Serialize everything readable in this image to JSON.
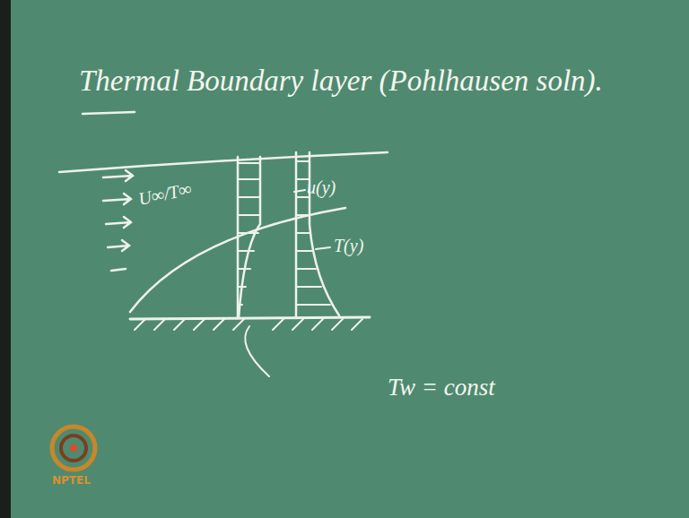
{
  "diagram": {
    "title": "Thermal Boundary layer (Pohlhausen soln).",
    "labels": [
      "U∞/T∞",
      "u(y)",
      "T(y)",
      "Tw = const",
      "NPTEL"
    ]
  }
}
